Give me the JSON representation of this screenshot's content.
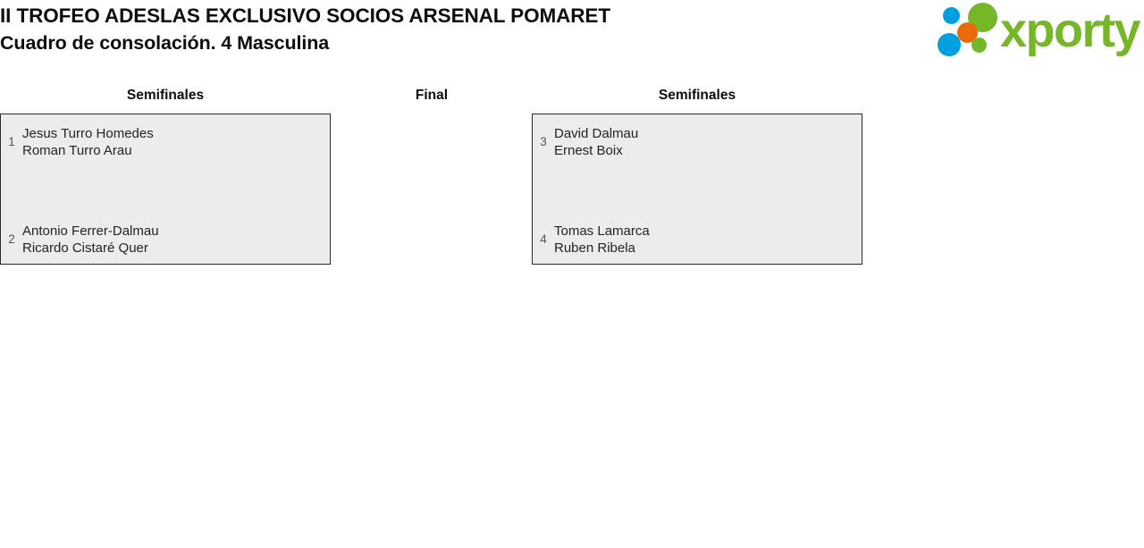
{
  "header": {
    "title_line_1": "II TROFEO ADESLAS EXCLUSIVO SOCIOS ARSENAL POMARET",
    "title_line_2": "Cuadro de consolación. 4 Masculina",
    "logo": {
      "wordmark": "xporty",
      "colors": {
        "green": "#76b729",
        "blue": "#00a0df",
        "orange": "#ea6a0a"
      }
    }
  },
  "bracket": {
    "rounds": [
      {
        "label": "Semifinales"
      },
      {
        "label": "Final"
      },
      {
        "label": "Semifinales"
      }
    ],
    "matches": [
      {
        "round": "Semifinales",
        "side": "left",
        "teams": [
          {
            "seed": "1",
            "player_1": "Jesus Turro Homedes",
            "player_2": "Roman Turro Arau"
          },
          {
            "seed": "2",
            "player_1": "Antonio Ferrer-Dalmau",
            "player_2": "Ricardo Cistaré Quer"
          }
        ]
      },
      {
        "round": "Semifinales",
        "side": "right",
        "teams": [
          {
            "seed": "3",
            "player_1": "David Dalmau",
            "player_2": "Ernest Boix"
          },
          {
            "seed": "4",
            "player_1": "Tomas Lamarca",
            "player_2": "Ruben Ribela"
          }
        ]
      }
    ]
  },
  "style": {
    "box_fill": "#ececec",
    "box_border": "#2b2b2b",
    "text": "#232323",
    "seed_text": "#555555"
  }
}
